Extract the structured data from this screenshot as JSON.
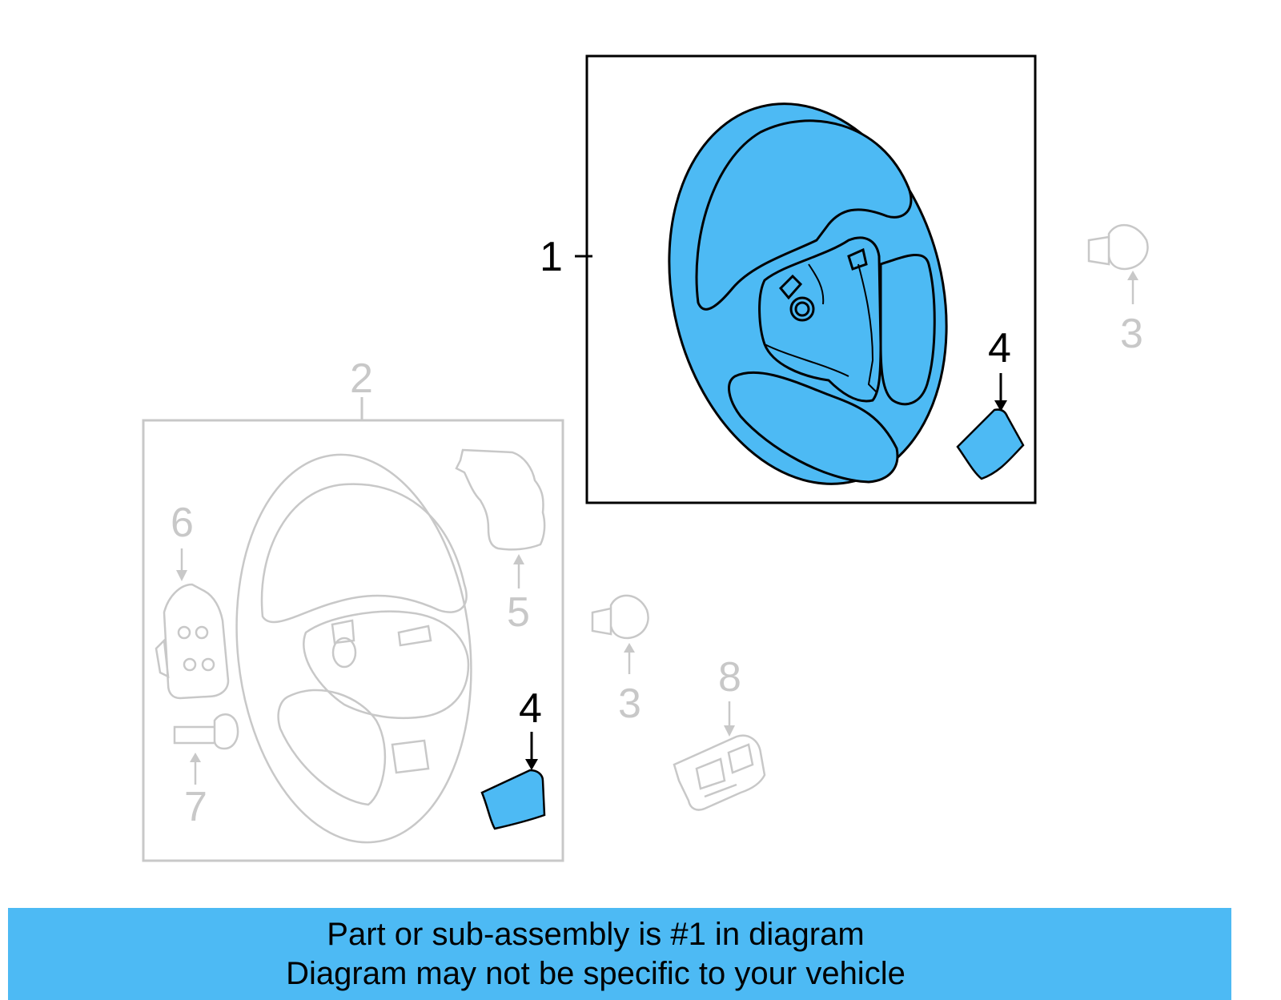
{
  "callouts": {
    "c1": "1",
    "c2": "2",
    "c3a": "3",
    "c3b": "3",
    "c4a": "4",
    "c4b": "4",
    "c5": "5",
    "c6": "6",
    "c7": "7",
    "c8": "8"
  },
  "caption": {
    "line1": "Part or sub-assembly is #1 in diagram",
    "line2": "Diagram may not be specific to your vehicle"
  },
  "colors": {
    "highlight": "#4dbaf4",
    "active_stroke": "#000000",
    "inactive_stroke": "#c8c8c8"
  }
}
